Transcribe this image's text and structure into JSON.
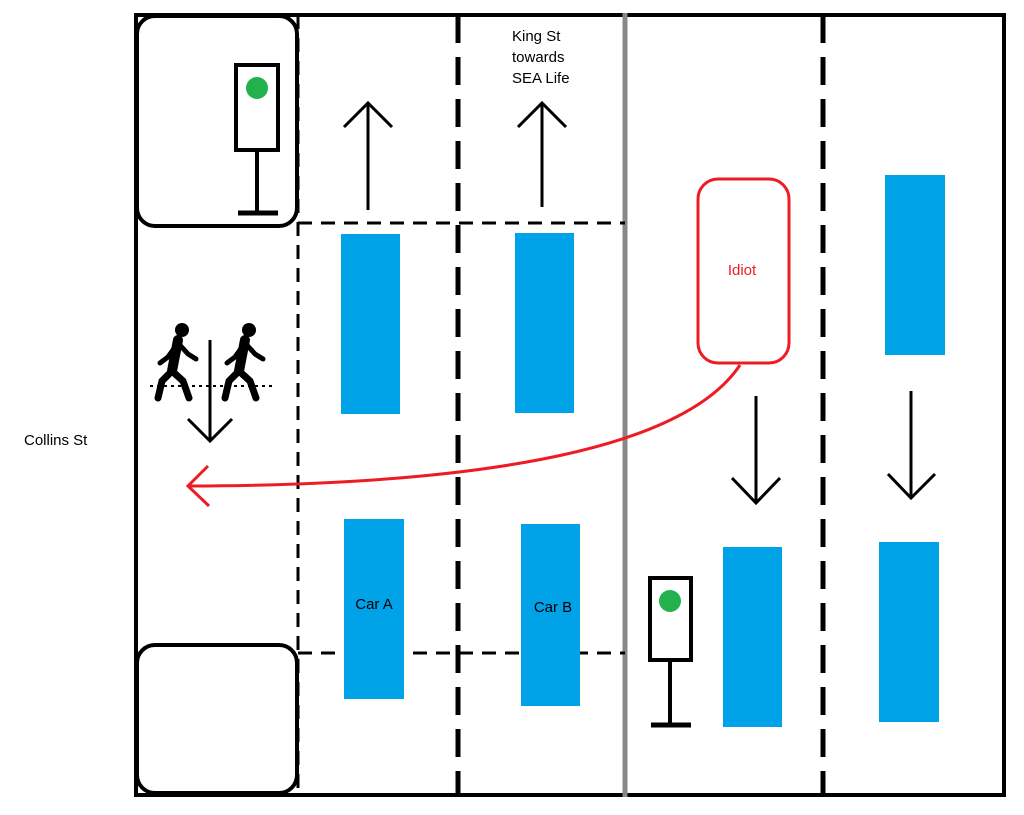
{
  "labels": {
    "street_left": "Collins St",
    "street_top_line1": "King St",
    "street_top_line2": "towards",
    "street_top_line3": "SEA Life",
    "car_a": "Car A",
    "car_b": "Car B",
    "idiot": "Idiot"
  },
  "colors": {
    "car": "#00a2e8",
    "idiot": "#ed1c24",
    "signal_light": "#22b14c",
    "median_line": "#888888",
    "line": "#000000"
  },
  "icons": {
    "traffic_light": "traffic-light-icon",
    "pedestrian": "pedestrian-icon",
    "arrow": "arrow-icon"
  }
}
